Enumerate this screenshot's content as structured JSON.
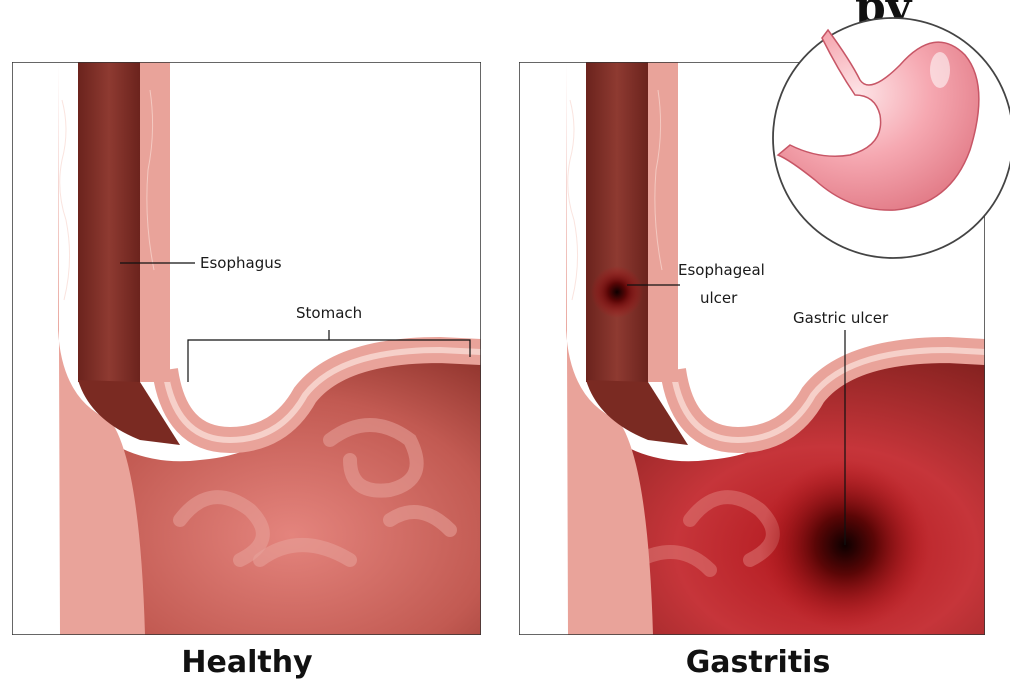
{
  "top_banner": {
    "text": "py"
  },
  "panels": [
    {
      "title": "Healthy",
      "labels": {
        "esophagus": "Esophagus",
        "stomach": "Stomach"
      }
    },
    {
      "title": "Gastritis",
      "labels": {
        "esophageal_ulcer_line1": "Esophageal",
        "esophageal_ulcer_line2": "ulcer",
        "gastric_ulcer": "Gastric ulcer"
      }
    }
  ],
  "colors": {
    "wall_outer": "#e9a39a",
    "wall_inner": "#f3c4bc",
    "lumen_dark": "#7a2a22",
    "stomach_base": "#c85a55",
    "fold": "#a14840",
    "ulcer": "#1c0202",
    "inset_stomach": "#f6a9b0",
    "frame": "#333333"
  },
  "icons": [
    "stomach-inset-icon"
  ]
}
